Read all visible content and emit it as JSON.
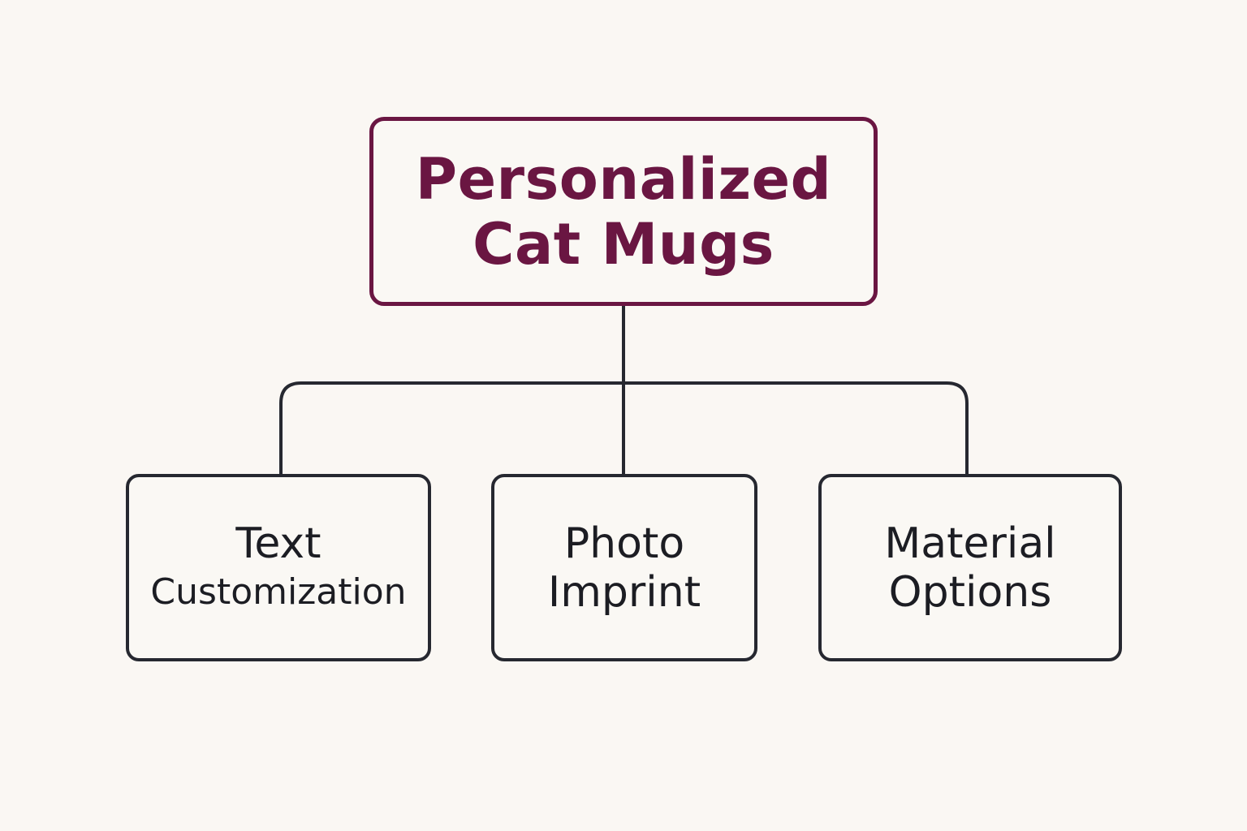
{
  "diagram": {
    "root": {
      "lines": [
        "Personalized",
        "Cat Mugs"
      ]
    },
    "children": [
      {
        "lines": [
          "Text",
          "Customization"
        ]
      },
      {
        "lines": [
          "Photo",
          "Imprint"
        ]
      },
      {
        "lines": [
          "Material",
          "Options"
        ]
      }
    ]
  },
  "colors": {
    "root_border": "#6a1642",
    "root_text": "#6a1642",
    "child_border": "#262830",
    "child_text": "#1c1d23",
    "connector": "#262830",
    "background": "#faf7f3"
  }
}
